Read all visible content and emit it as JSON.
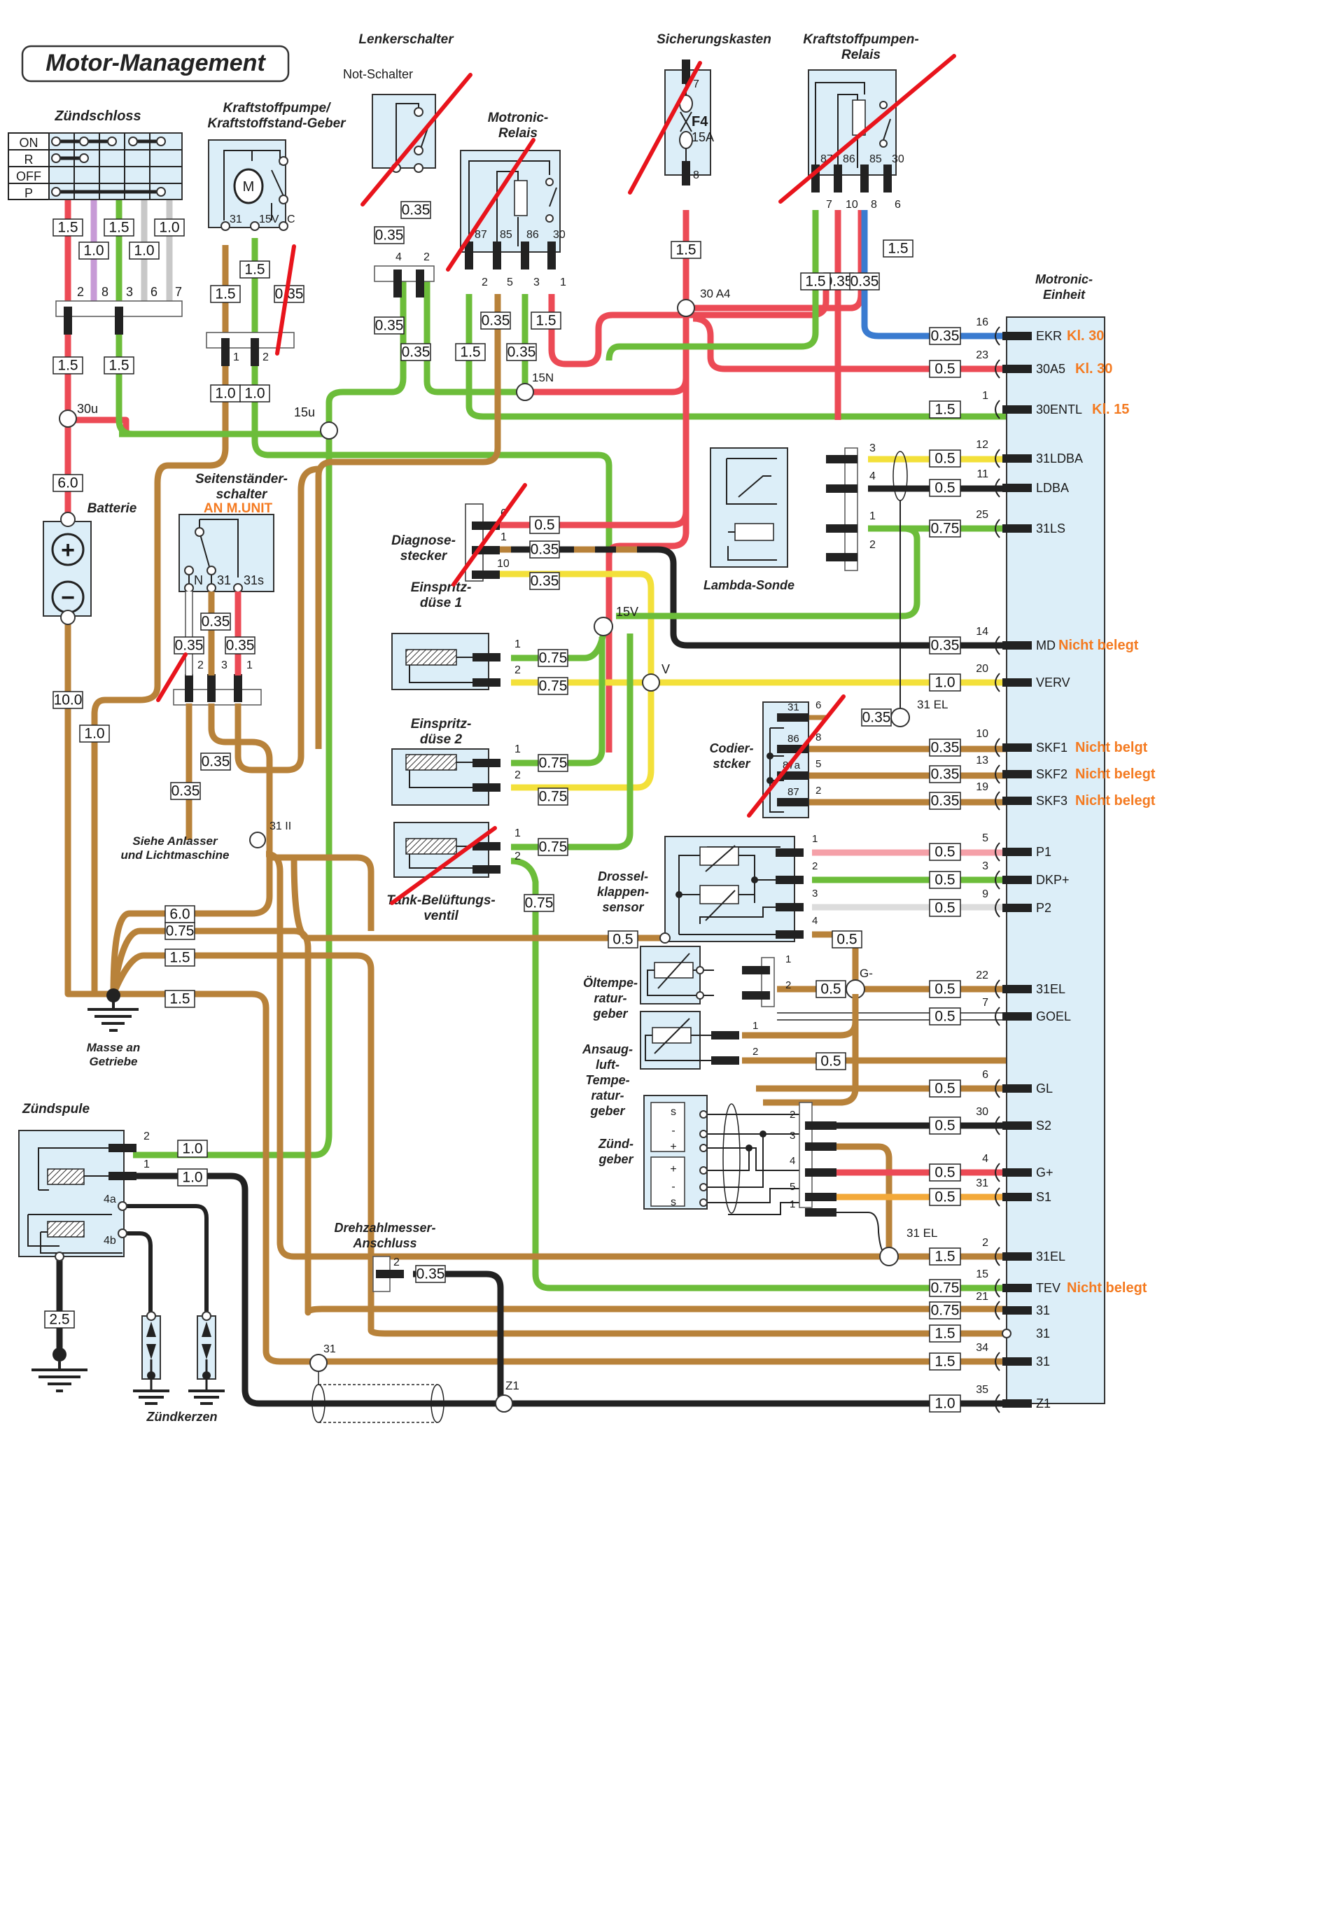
{
  "title": "Motor-Management",
  "colors": {
    "brown": "#b8823a",
    "green": "#6cbd3a",
    "red": "#ec4a55",
    "yellow": "#f3e03a",
    "black": "#222222",
    "blue": "#3a7bd0",
    "orange": "#f3a93a",
    "grey": "#c8c8c8",
    "violet": "#c79ad6",
    "white": "#ffffff",
    "box": "#dceef8",
    "annotation": "#f47a20",
    "strike": "#e8141c"
  },
  "components": {
    "zuendschloss": {
      "label": "Zündschloss",
      "rows": [
        "ON",
        "R",
        "OFF",
        "P"
      ],
      "pins": [
        "2",
        "8",
        "3",
        "6",
        "7"
      ],
      "wire_sizes_top": [
        "1.5",
        "1.0",
        "1.5",
        "1.0",
        "1.0"
      ],
      "wire_sizes_bottom": [
        "1.5",
        "1.5"
      ]
    },
    "kraftstoffpumpe": {
      "label_line1": "Kraftstoffpumpe/",
      "label_line2": "Kraftstoffstand-Geber",
      "motor": "M",
      "terminals": [
        "31",
        "15V",
        "C"
      ],
      "sizes": [
        "1.5",
        "1.5",
        "0.35",
        "1.0",
        "1.0"
      ],
      "pins": [
        "1",
        "2"
      ]
    },
    "lenkerschalter": {
      "label": "Lenkerschalter",
      "sub": "Not-Schalter",
      "pins": [
        "4",
        "2"
      ],
      "sizes": [
        "0.35",
        "0.35",
        "0.35",
        "0.35"
      ]
    },
    "motronic_relais": {
      "label_line1": "Motronic-",
      "label_line2": "Relais",
      "terminals": [
        "87",
        "85",
        "86",
        "30"
      ],
      "pins": [
        "2",
        "5",
        "3",
        "1"
      ],
      "sizes": [
        "0.35",
        "1.5",
        "1.5",
        "0.35"
      ],
      "node": "15N"
    },
    "sicherungskasten": {
      "label": "Sicherungskasten",
      "fuse": "F4",
      "rating": "15A",
      "pins": [
        "7",
        "8"
      ],
      "size": "1.5",
      "node": "30 A4"
    },
    "kraftstoffpumpen_relais": {
      "label_line1": "Kraftstoffpumpen-",
      "label_line2": "Relais",
      "terminals": [
        "87",
        "86",
        "85",
        "30"
      ],
      "pins": [
        "7",
        "10",
        "8",
        "6"
      ],
      "sizes": [
        "0.35",
        "1.5",
        "1.5",
        "0.35"
      ]
    },
    "batterie": {
      "label": "Batterie",
      "node": "30u",
      "sizes": [
        "6.0",
        "10.0",
        "1.0"
      ],
      "plus": "+",
      "minus": "−"
    },
    "node_15u": "15u",
    "seitenstaender": {
      "label_line1": "Seitenständer-",
      "label_line2": "schalter",
      "annotation": "AN M.UNIT",
      "terminals": [
        "N",
        "31",
        "31s"
      ],
      "pins": [
        "2",
        "3",
        "1"
      ],
      "sizes": [
        "0.35",
        "0.35",
        "0.35",
        "0.35",
        "0.35"
      ]
    },
    "diagnose": {
      "label_line1": "Diagnose-",
      "label_line2": "stecker",
      "pins": [
        "6",
        "1",
        "10"
      ],
      "sizes": [
        "0.5",
        "0.35",
        "0.35"
      ]
    },
    "einspritz1": {
      "label_line1": "Einspritz-",
      "label_line2": "düse 1",
      "pins": [
        "1",
        "2"
      ],
      "sizes": [
        "0.75",
        "0.75"
      ]
    },
    "einspritz2": {
      "label_line1": "Einspritz-",
      "label_line2": "düse 2",
      "pins": [
        "1",
        "2"
      ],
      "sizes": [
        "0.75",
        "0.75"
      ]
    },
    "tankbelueftung": {
      "label_line1": "Tank-Belüftungs-",
      "label_line2": "ventil",
      "pins": [
        "1",
        "2"
      ],
      "sizes": [
        "0.75",
        "0.75"
      ]
    },
    "node_15v": "15V",
    "node_v": "V",
    "lambda": {
      "label": "Lambda-Sonde",
      "pins": [
        "3",
        "4",
        "1",
        "2"
      ]
    },
    "codierstecker": {
      "label_line1": "Codier-",
      "label_line2": "stcker",
      "terminals": [
        "31",
        "86",
        "87a",
        "87"
      ],
      "pins": [
        "6",
        "8",
        "5",
        "2"
      ],
      "size31": "0.35",
      "node": "31 EL"
    },
    "drosselklappe": {
      "label_line1": "Drossel-",
      "label_line2": "klappen-",
      "label_line3": "sensor",
      "pins": [
        "1",
        "2",
        "3",
        "4"
      ],
      "sizes": [
        "0.5",
        "0.5"
      ]
    },
    "oeltemp": {
      "label_line1": "Öltempe-",
      "label_line2": "ratur-",
      "label_line3": "geber",
      "pins": [
        "1",
        "2"
      ],
      "size": "0.5",
      "node": "G-"
    },
    "ansaugluft": {
      "label_line1": "Ansaug-",
      "label_line2": "luft-",
      "label_line3": "Tempe-",
      "label_line4": "ratur-",
      "label_line5": "geber",
      "pins": [
        "1",
        "2"
      ],
      "size": "0.5"
    },
    "zuendgeber": {
      "label_line1": "Zünd-",
      "label_line2": "geber",
      "upper": [
        "s",
        "-",
        "+"
      ],
      "lower": [
        "+",
        "-",
        "s"
      ],
      "pins": [
        "2",
        "3",
        "4",
        "5",
        "1"
      ],
      "node": "31 EL"
    },
    "siehe_anlasser": {
      "label_line1": "Siehe Anlasser",
      "label_line2": "und Lichtmaschine",
      "node": "31 II"
    },
    "masse": {
      "label_line1": "Masse an",
      "label_line2": "Getriebe",
      "sizes": [
        "6.0",
        "0.75",
        "1.5",
        "1.5"
      ]
    },
    "zuendspule": {
      "label": "Zündspule",
      "pins": [
        "2",
        "1",
        "4a",
        "4b"
      ],
      "sizes": [
        "1.0",
        "1.0",
        "2.5"
      ]
    },
    "zuendkerzen": {
      "label": "Zündkerzen"
    },
    "drehzahlmesser": {
      "label_line1": "Drehzahlmesser-",
      "label_line2": "Anschluss",
      "pin": "2",
      "size": "0.35",
      "node": "Z1",
      "node31": "31"
    },
    "einheit": {
      "label_line1": "Motronic-",
      "label_line2": "Einheit"
    }
  },
  "ecu_pins": [
    {
      "num": "16",
      "name": "EKR",
      "size": "0.35",
      "note": "Kl. 30"
    },
    {
      "num": "23",
      "name": "30A5",
      "size": "0.5",
      "note": "Kl. 30"
    },
    {
      "num": "1",
      "name": "30ENTL",
      "size": "1.5",
      "note": "Kl. 15"
    },
    {
      "num": "12",
      "name": "31LDBA",
      "size": "0.5",
      "note": ""
    },
    {
      "num": "11",
      "name": "LDBA",
      "size": "0.5",
      "note": ""
    },
    {
      "num": "25",
      "name": "31LS",
      "size": "0.75",
      "note": ""
    },
    {
      "num": "14",
      "name": "MD",
      "size": "0.35",
      "note": "Nicht belegt"
    },
    {
      "num": "20",
      "name": "VERV",
      "size": "1.0",
      "note": ""
    },
    {
      "num": "10",
      "name": "SKF1",
      "size": "0.35",
      "note": "Nicht belgt"
    },
    {
      "num": "13",
      "name": "SKF2",
      "size": "0.35",
      "note": "Nicht belegt"
    },
    {
      "num": "19",
      "name": "SKF3",
      "size": "0.35",
      "note": "Nicht belegt"
    },
    {
      "num": "5",
      "name": "P1",
      "size": "0.5",
      "note": ""
    },
    {
      "num": "3",
      "name": "DKP+",
      "size": "0.5",
      "note": ""
    },
    {
      "num": "9",
      "name": "P2",
      "size": "0.5",
      "note": ""
    },
    {
      "num": "22",
      "name": "31EL",
      "size": "0.5",
      "note": ""
    },
    {
      "num": "7",
      "name": "GOEL",
      "size": "0.5",
      "note": ""
    },
    {
      "num": "6",
      "name": "GL",
      "size": "0.5",
      "note": ""
    },
    {
      "num": "30",
      "name": "S2",
      "size": "0.5",
      "note": ""
    },
    {
      "num": "4",
      "name": "G+",
      "size": "0.5",
      "note": ""
    },
    {
      "num": "31",
      "name": "S1",
      "size": "0.5",
      "note": ""
    },
    {
      "num": "2",
      "name": "31EL",
      "size": "1.5",
      "note": ""
    },
    {
      "num": "15",
      "name": "TEV",
      "size": "0.75",
      "note": "Nicht belegt"
    },
    {
      "num": "21",
      "name": "31",
      "size": "0.75",
      "note": ""
    },
    {
      "num": "",
      "name": "31",
      "size": "1.5",
      "note": ""
    },
    {
      "num": "34",
      "name": "31",
      "size": "1.5",
      "note": ""
    },
    {
      "num": "35",
      "name": "Z1",
      "size": "1.0",
      "note": ""
    }
  ]
}
